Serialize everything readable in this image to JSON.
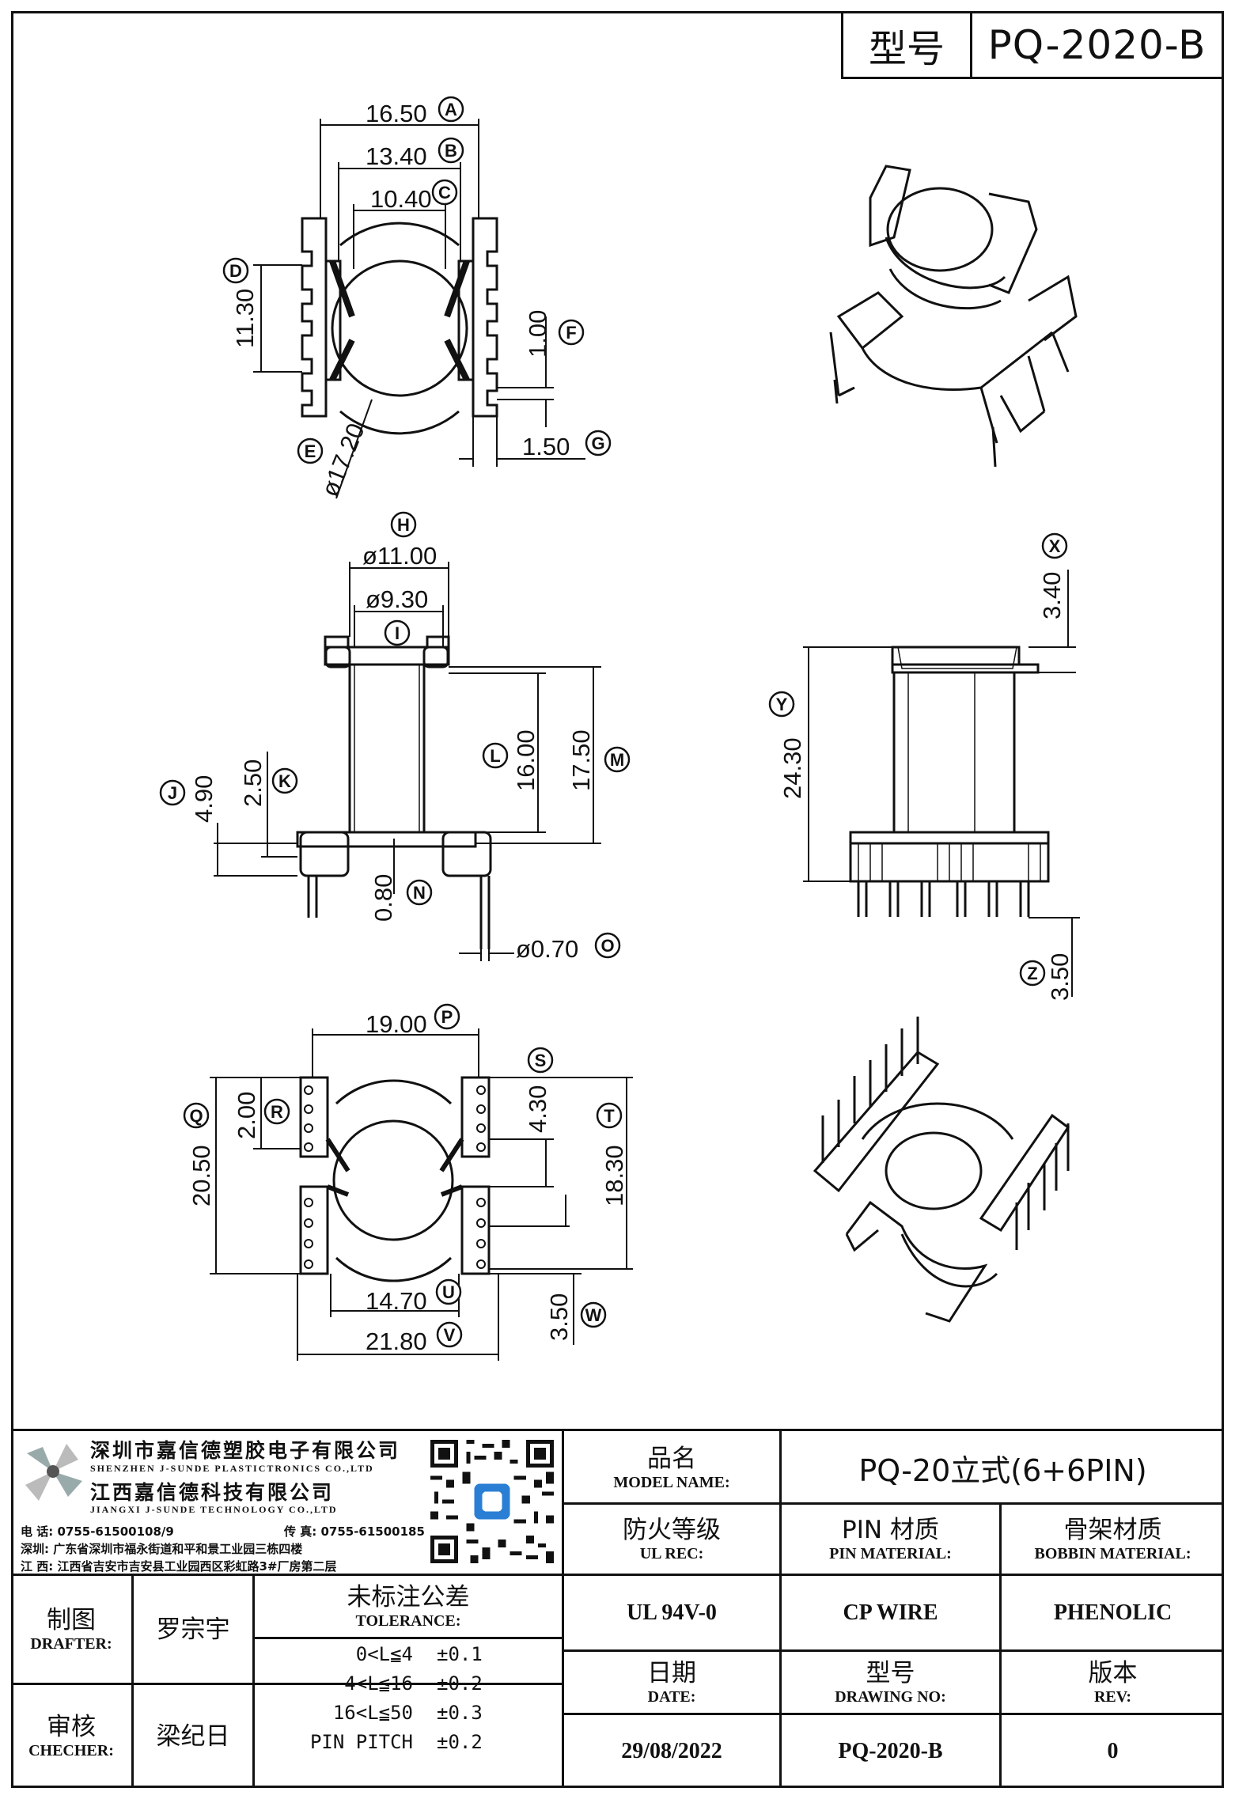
{
  "header": {
    "model_label": "型号",
    "model_value": "PQ-2020-B"
  },
  "dims": {
    "A": {
      "letter": "A",
      "value": "16.50"
    },
    "B": {
      "letter": "B",
      "value": "13.40"
    },
    "C": {
      "letter": "C",
      "value": "10.40"
    },
    "D": {
      "letter": "D",
      "value": "11.30"
    },
    "E": {
      "letter": "E",
      "value": "ø17.20"
    },
    "F": {
      "letter": "F",
      "value": "1.00"
    },
    "G": {
      "letter": "G",
      "value": "1.50"
    },
    "H": {
      "letter": "H",
      "value": "ø11.00"
    },
    "I": {
      "letter": "I",
      "value": "ø9.30"
    },
    "J": {
      "letter": "J",
      "value": "4.90"
    },
    "K": {
      "letter": "K",
      "value": "2.50"
    },
    "L": {
      "letter": "L",
      "value": "16.00"
    },
    "M": {
      "letter": "M",
      "value": "17.50"
    },
    "N": {
      "letter": "N",
      "value": "0.80"
    },
    "O": {
      "letter": "O",
      "value": "ø0.70"
    },
    "X": {
      "letter": "X",
      "value": "3.40"
    },
    "Y": {
      "letter": "Y",
      "value": "24.30"
    },
    "Z": {
      "letter": "Z",
      "value": "3.50"
    },
    "P": {
      "letter": "P",
      "value": "19.00"
    },
    "Q": {
      "letter": "Q",
      "value": "20.50"
    },
    "R": {
      "letter": "R",
      "value": "2.00"
    },
    "S": {
      "letter": "S",
      "value": "4.30"
    },
    "T": {
      "letter": "T",
      "value": "18.30"
    },
    "U": {
      "letter": "U",
      "value": "14.70"
    },
    "V": {
      "letter": "V",
      "value": "21.80"
    },
    "W": {
      "letter": "W",
      "value": "3.50"
    }
  },
  "company": {
    "name_cn": "深圳市嘉信德塑胶电子有限公司",
    "name_en": "SHENZHEN J-SUNDE PLASTICTRONICS CO.,LTD",
    "name2_cn": "江西嘉信德科技有限公司",
    "name2_en": "JIANGXI J-SUNDE TECHNOLOGY CO.,LTD",
    "phone": "电 话: 0755-61500108/9",
    "fax": "传 真: 0755-61500185",
    "addr_sz": "深圳: 广东省深圳市福永街道和平和景工业园三栋四楼",
    "addr_jx": "江 西: 江西省吉安市吉安县工业园西区彩虹路3#厂房第二层"
  },
  "titleblock": {
    "model_name_cn": "品名",
    "model_name_en": "MODEL NAME:",
    "model_name_value": "PQ-20立式(6+6PIN)",
    "ul_cn": "防火等级",
    "ul_en": "UL REC:",
    "ul_value": "UL 94V-0",
    "pin_cn": "PIN 材质",
    "pin_en": "PIN MATERIAL:",
    "pin_value": "CP WIRE",
    "bobbin_cn": "骨架材质",
    "bobbin_en": "BOBBIN MATERIAL:",
    "bobbin_value": "PHENOLIC",
    "drafter_cn": "制图",
    "drafter_en": "DRAFTER:",
    "drafter_value": "罗宗宇",
    "checker_cn": "审核",
    "checker_en": "CHECHER:",
    "checker_value": "梁纪日",
    "tol_cn": "未标注公差",
    "tol_en": "TOLERANCE:",
    "tol_rows": [
      {
        "range": "0<L≦4",
        "val": "±0.1"
      },
      {
        "range": "4<L≦16",
        "val": "±0.2"
      },
      {
        "range": "16<L≦50",
        "val": "±0.3"
      },
      {
        "range": "PIN PITCH",
        "val": "±0.2"
      }
    ],
    "date_cn": "日期",
    "date_en": "DATE:",
    "date_value": "29/08/2022",
    "drawing_cn": "型号",
    "drawing_en": "DRAWING NO:",
    "drawing_value": "PQ-2020-B",
    "rev_cn": "版本",
    "rev_en": "REV:",
    "rev_value": "0"
  }
}
